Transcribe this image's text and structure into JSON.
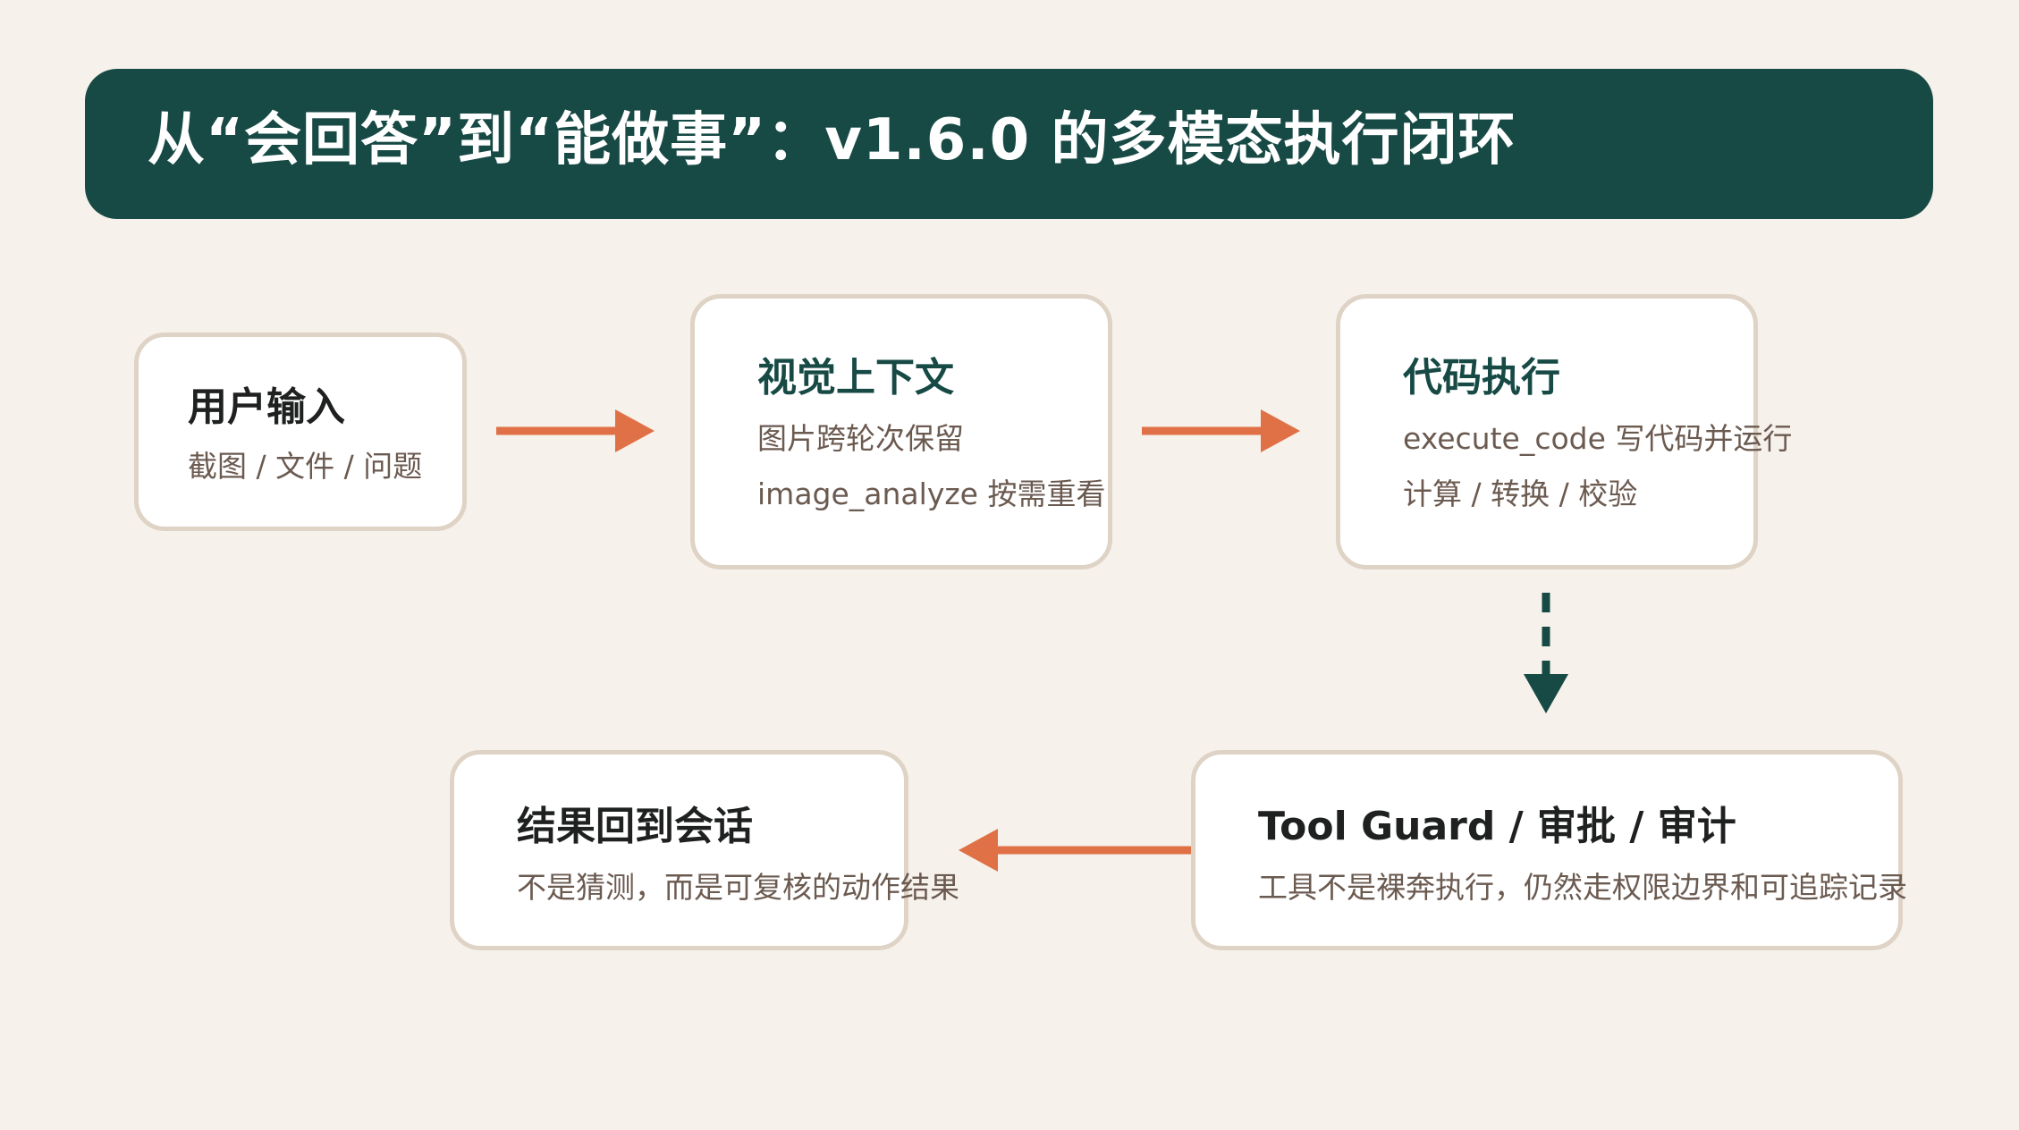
{
  "title": "从“会回答”到“能做事”：v1.6.0 的多模态执行闭环",
  "nodes": {
    "user_input": {
      "title": "用户输入",
      "lines": [
        "截图 / 文件 / 问题"
      ]
    },
    "visual_context": {
      "title": "视觉上下文",
      "lines": [
        "图片跨轮次保留",
        "image_analyze 按需重看"
      ]
    },
    "code_exec": {
      "title": "代码执行",
      "lines": [
        "execute_code 写代码并运行",
        "计算 / 转换 / 校验"
      ]
    },
    "tool_guard": {
      "title": "Tool Guard / 审批 / 审计",
      "lines": [
        "工具不是裸奔执行，仍然走权限边界和可追踪记录"
      ]
    },
    "result": {
      "title": "结果回到会话",
      "lines": [
        "不是猜测，而是可复核的动作结果"
      ]
    }
  },
  "colors": {
    "banner": "#174A45",
    "background": "#F6F1EB",
    "arrow_orange": "#E07045",
    "arrow_green": "#174A45",
    "node_border": "#DFD3C6",
    "body_text": "#6B5A50"
  }
}
